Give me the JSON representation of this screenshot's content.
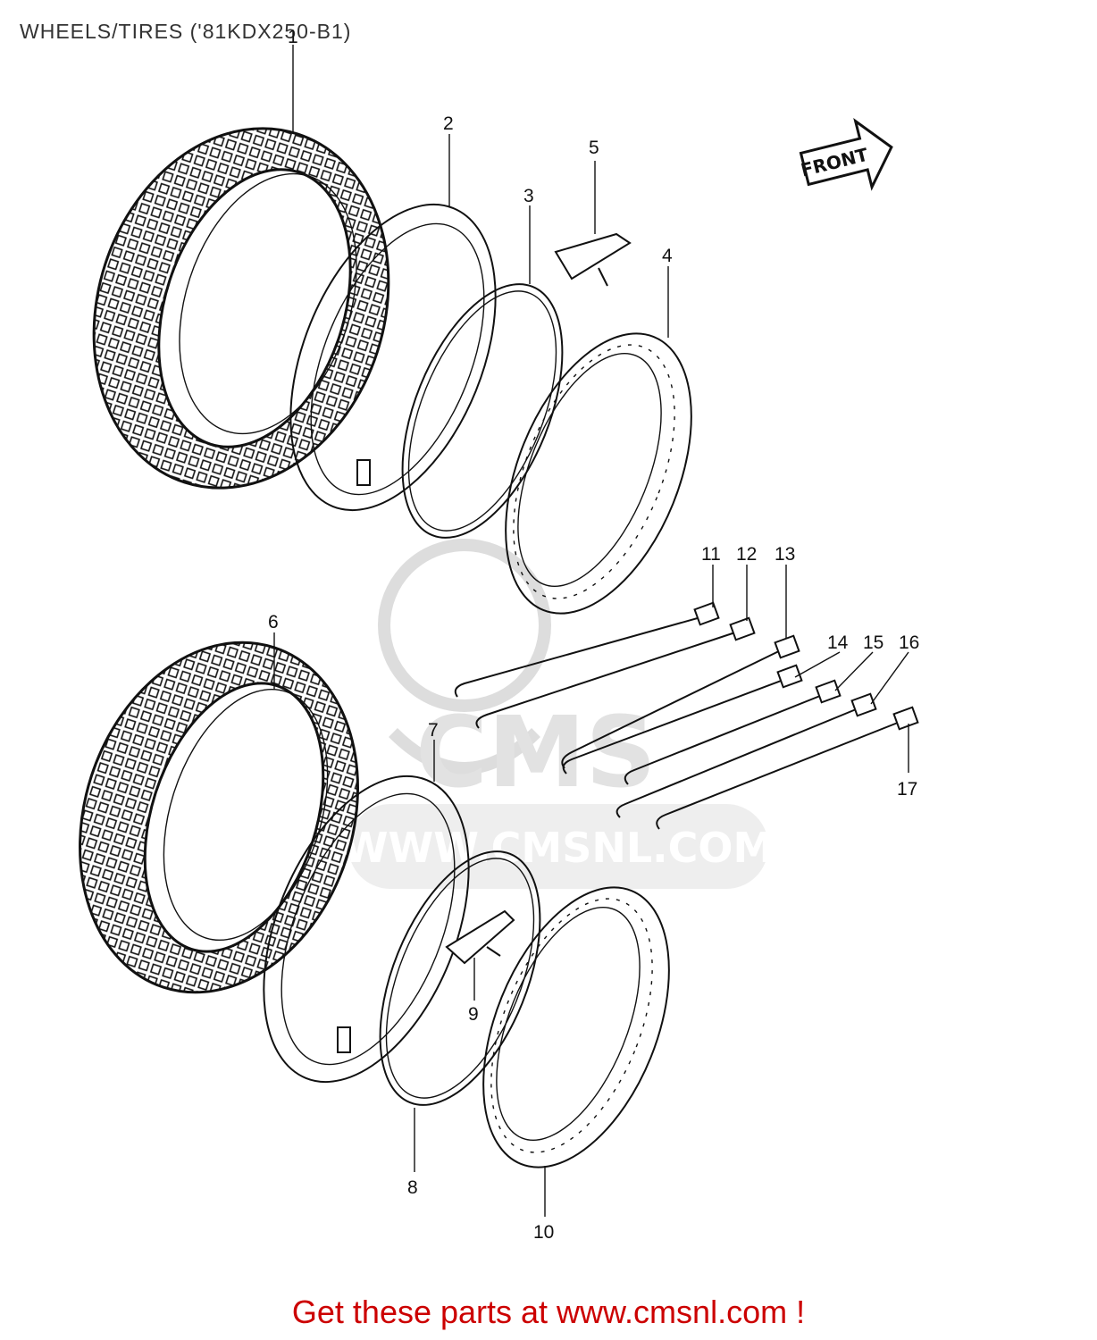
{
  "title": "WHEELS/TIRES ('81KDX250-B1)",
  "footer": "Get these parts at www.cmsnl.com !",
  "front_arrow_label": "FRONT",
  "watermark": {
    "brand": "CMS",
    "url": "WWW.CMSNL.COM"
  },
  "callouts": [
    "1",
    "2",
    "3",
    "4",
    "5",
    "6",
    "7",
    "8",
    "9",
    "10",
    "11",
    "12",
    "13",
    "14",
    "15",
    "16",
    "17"
  ],
  "colors": {
    "footer": "#cc0000",
    "ink": "#111111",
    "watermark": "#dddddd"
  }
}
